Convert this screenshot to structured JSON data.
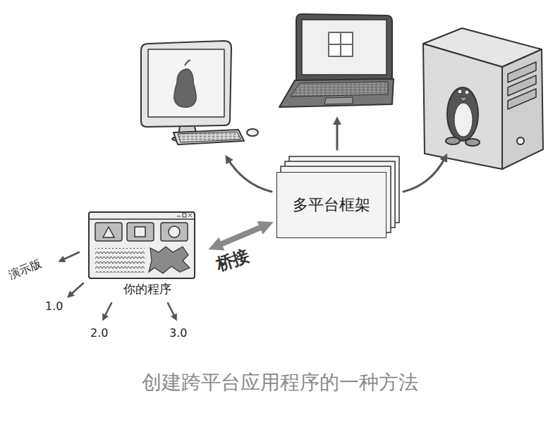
{
  "diagram": {
    "caption": "创建跨平台应用程序的一种方法",
    "nodes": [
      {
        "text": [
          "多平台框架"
        ]
      },
      {
        "text": [
          "你的程序"
        ]
      }
    ],
    "edges": [
      {
        "from": 1,
        "to": 0,
        "arrow": "both",
        "label": "桥接"
      }
    ],
    "labels": [
      "演示版",
      "1.0",
      "2.0",
      "3.0"
    ]
  }
}
